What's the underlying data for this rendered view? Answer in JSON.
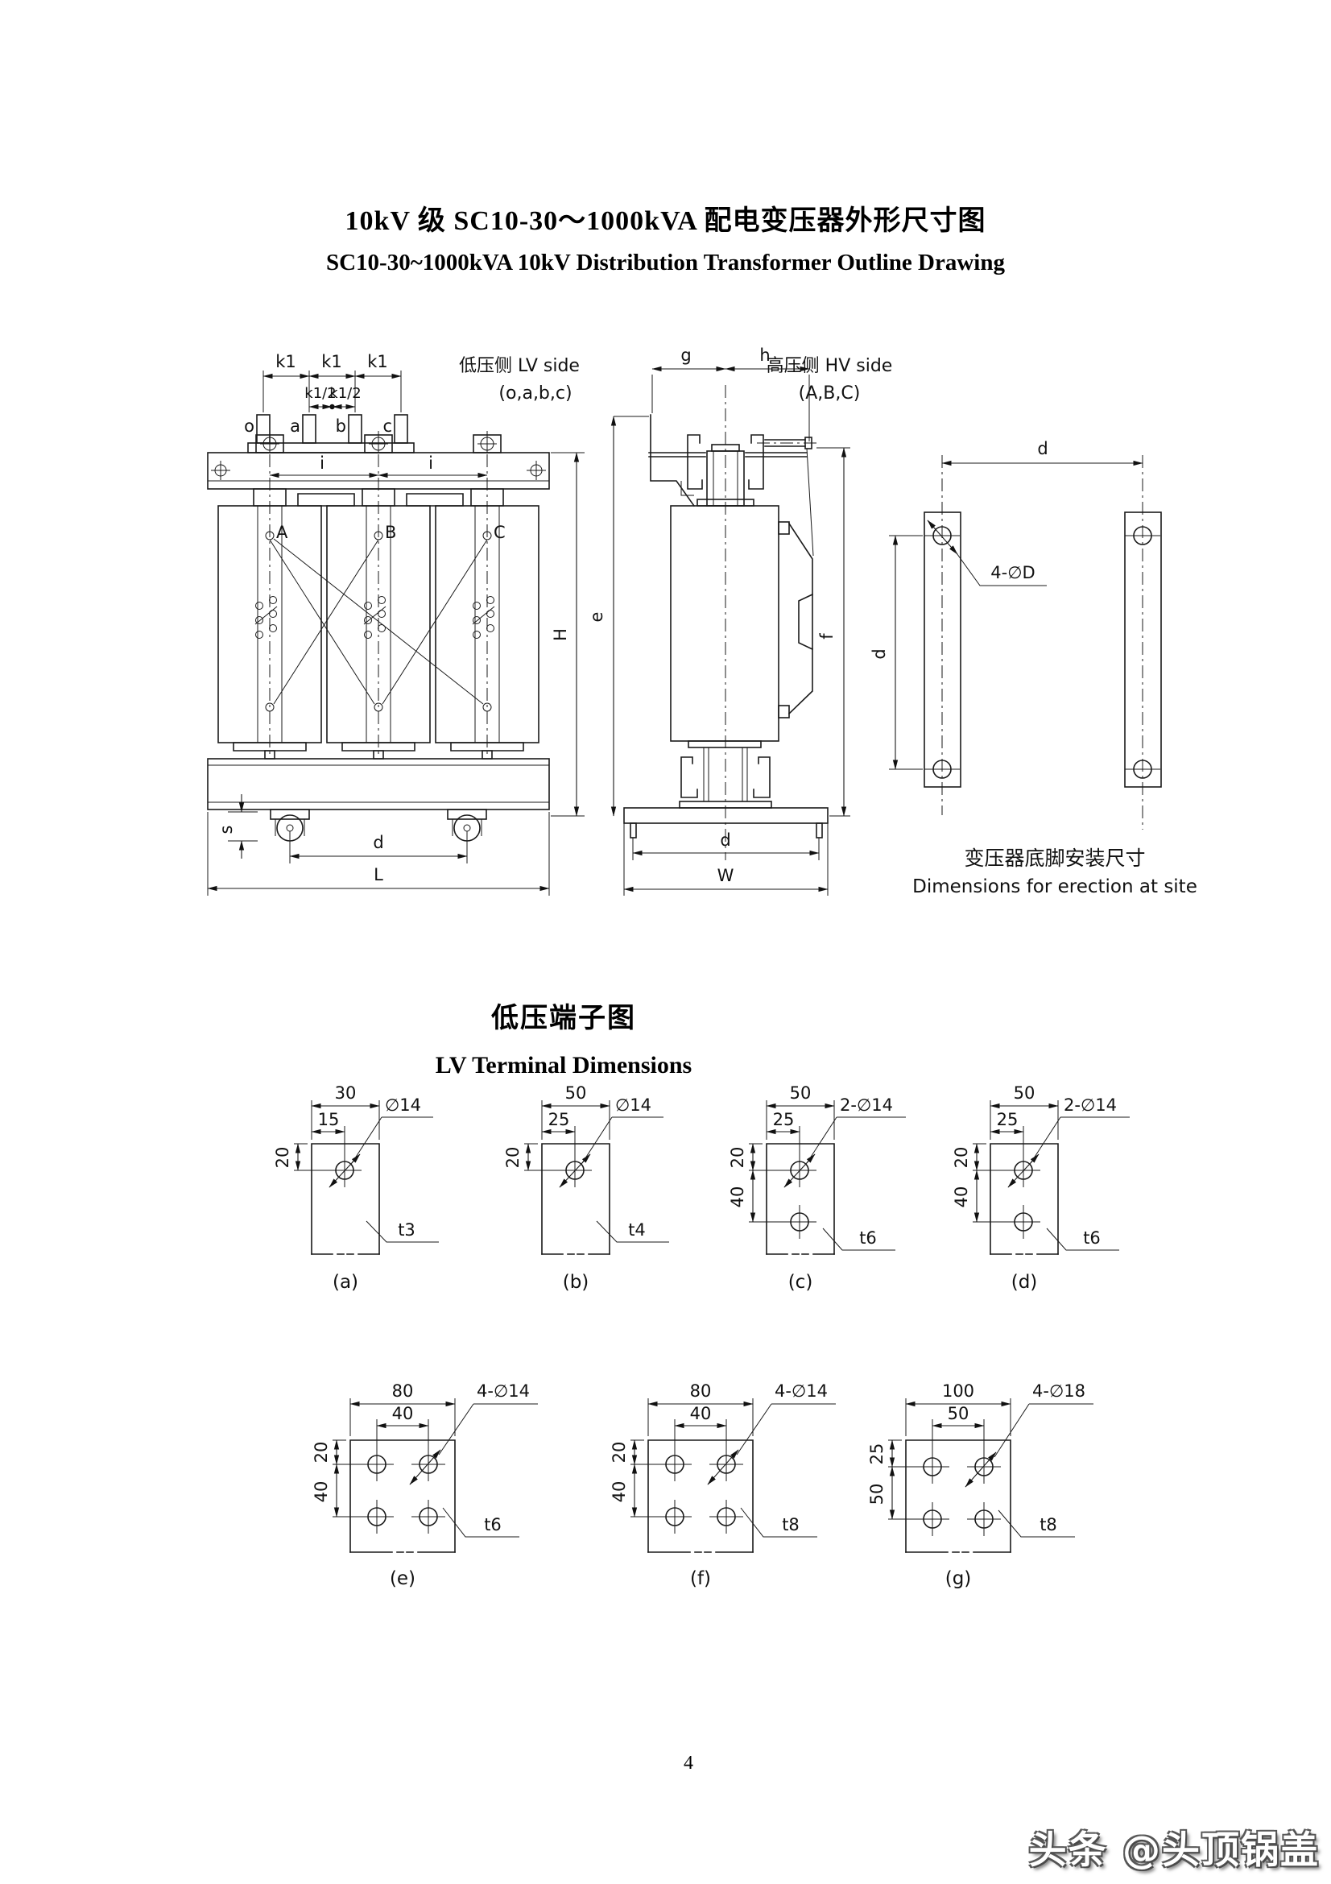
{
  "page": {
    "title_zh": "10kV 级 SC10-30～1000kVA 配电变压器外形尺寸图",
    "title_en": "SC10-30~1000kVA 10kV Distribution Transformer Outline Drawing",
    "page_number": "4",
    "watermark": "头条 @头顶锅盖"
  },
  "outline": {
    "k1": "k1",
    "k1_half": "k1/2",
    "i": "i",
    "lv_terms": {
      "o": "o",
      "a": "a",
      "b": "b",
      "c": "c"
    },
    "phases": {
      "a": "A",
      "b": "B",
      "c": "C"
    },
    "lv_side_line1": "低压侧 LV side",
    "lv_side_line2": "(o,a,b,c)",
    "hv_side_line1": "高压侧 HV side",
    "hv_side_line2": "(A,B,C)",
    "dims": {
      "g": "g",
      "h": "h",
      "H": "H",
      "e": "e",
      "f": "f",
      "s": "s",
      "d": "d",
      "L": "L",
      "W": "W"
    },
    "foot": {
      "d_top": "d",
      "d_left": "d",
      "holes": "4-∅D",
      "caption_zh": "变压器底脚安装尺寸",
      "caption_en": "Dimensions for erection at site"
    }
  },
  "lv_terminals": {
    "title_zh": "低压端子图",
    "title_en": "LV Terminal Dimensions",
    "a": {
      "w": "30",
      "off": "15",
      "v1": "20",
      "hole": "∅14",
      "t": "t3",
      "cap": "(a)"
    },
    "b": {
      "w": "50",
      "off": "25",
      "v1": "20",
      "hole": "∅14",
      "t": "t4",
      "cap": "(b)"
    },
    "c": {
      "w": "50",
      "off": "25",
      "v1": "20",
      "v2": "40",
      "hole": "2-∅14",
      "t": "t6",
      "cap": "(c)"
    },
    "d": {
      "w": "50",
      "off": "25",
      "v1": "20",
      "v2": "40",
      "hole": "2-∅14",
      "t": "t6",
      "cap": "(d)"
    },
    "e": {
      "w": "80",
      "off": "40",
      "v1": "20",
      "v2": "40",
      "hole": "4-∅14",
      "t": "t6",
      "cap": "(e)"
    },
    "f": {
      "w": "80",
      "off": "40",
      "v1": "20",
      "v2": "40",
      "hole": "4-∅14",
      "t": "t8",
      "cap": "(f)"
    },
    "g": {
      "w": "100",
      "off": "50",
      "v1": "25",
      "v2": "50",
      "hole": "4-∅18",
      "t": "t8",
      "cap": "(g)"
    }
  }
}
